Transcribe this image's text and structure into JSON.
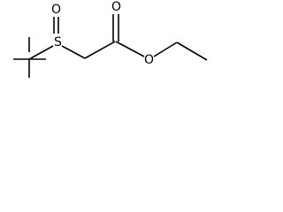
{
  "molecule": {
    "atoms": {
      "sulfur": "S",
      "sulfinyl_oxygen": "O",
      "carbonyl_oxygen": "O",
      "ester_oxygen": "O"
    }
  }
}
